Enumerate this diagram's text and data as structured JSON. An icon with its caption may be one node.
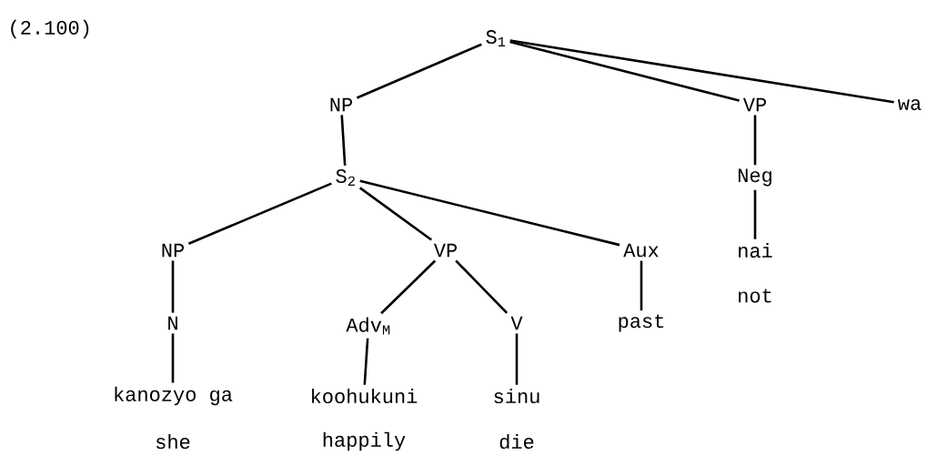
{
  "diagram": {
    "nodes": [
      {
        "text": [
          "S$_{1}$"
        ]
      },
      {
        "text": [
          "NP"
        ]
      },
      {
        "text": [
          "VP"
        ]
      },
      {
        "text": [
          "wa"
        ]
      },
      {
        "text": [
          "S$_{2}$"
        ]
      },
      {
        "text": [
          "Neg"
        ]
      },
      {
        "text": [
          "NP"
        ]
      },
      {
        "text": [
          "VP"
        ]
      },
      {
        "text": [
          "Aux"
        ]
      },
      {
        "text": [
          "nai"
        ],
        "beside": [
          "not"
        ]
      },
      {
        "text": [
          "N"
        ]
      },
      {
        "text": [
          "Adv$_{M}$"
        ]
      },
      {
        "text": [
          "V"
        ]
      },
      {
        "text": [
          "past"
        ]
      },
      {
        "text": [
          "kanozyo ga"
        ],
        "beside": [
          "she"
        ]
      },
      {
        "text": [
          "koohukuni"
        ],
        "beside": [
          "happily"
        ]
      },
      {
        "text": [
          "sinu"
        ],
        "beside": [
          "die"
        ]
      }
    ],
    "edges": [
      {
        "from": 0,
        "to": 1,
        "arrow": "none"
      },
      {
        "from": 0,
        "to": 2,
        "arrow": "none"
      },
      {
        "from": 0,
        "to": 3,
        "arrow": "none"
      },
      {
        "from": 1,
        "to": 4,
        "arrow": "none"
      },
      {
        "from": 2,
        "to": 5,
        "arrow": "none"
      },
      {
        "from": 4,
        "to": 6,
        "arrow": "none"
      },
      {
        "from": 4,
        "to": 7,
        "arrow": "none"
      },
      {
        "from": 4,
        "to": 8,
        "arrow": "none"
      },
      {
        "from": 5,
        "to": 9,
        "arrow": "none"
      },
      {
        "from": 6,
        "to": 10,
        "arrow": "none"
      },
      {
        "from": 7,
        "to": 11,
        "arrow": "none"
      },
      {
        "from": 7,
        "to": 12,
        "arrow": "none"
      },
      {
        "from": 8,
        "to": 13,
        "arrow": "none"
      },
      {
        "from": 10,
        "to": 14,
        "arrow": "none"
      },
      {
        "from": 11,
        "to": 15,
        "arrow": "none"
      },
      {
        "from": 12,
        "to": 16,
        "arrow": "none"
      }
    ],
    "labels": [
      "(2.100)"
    ]
  }
}
